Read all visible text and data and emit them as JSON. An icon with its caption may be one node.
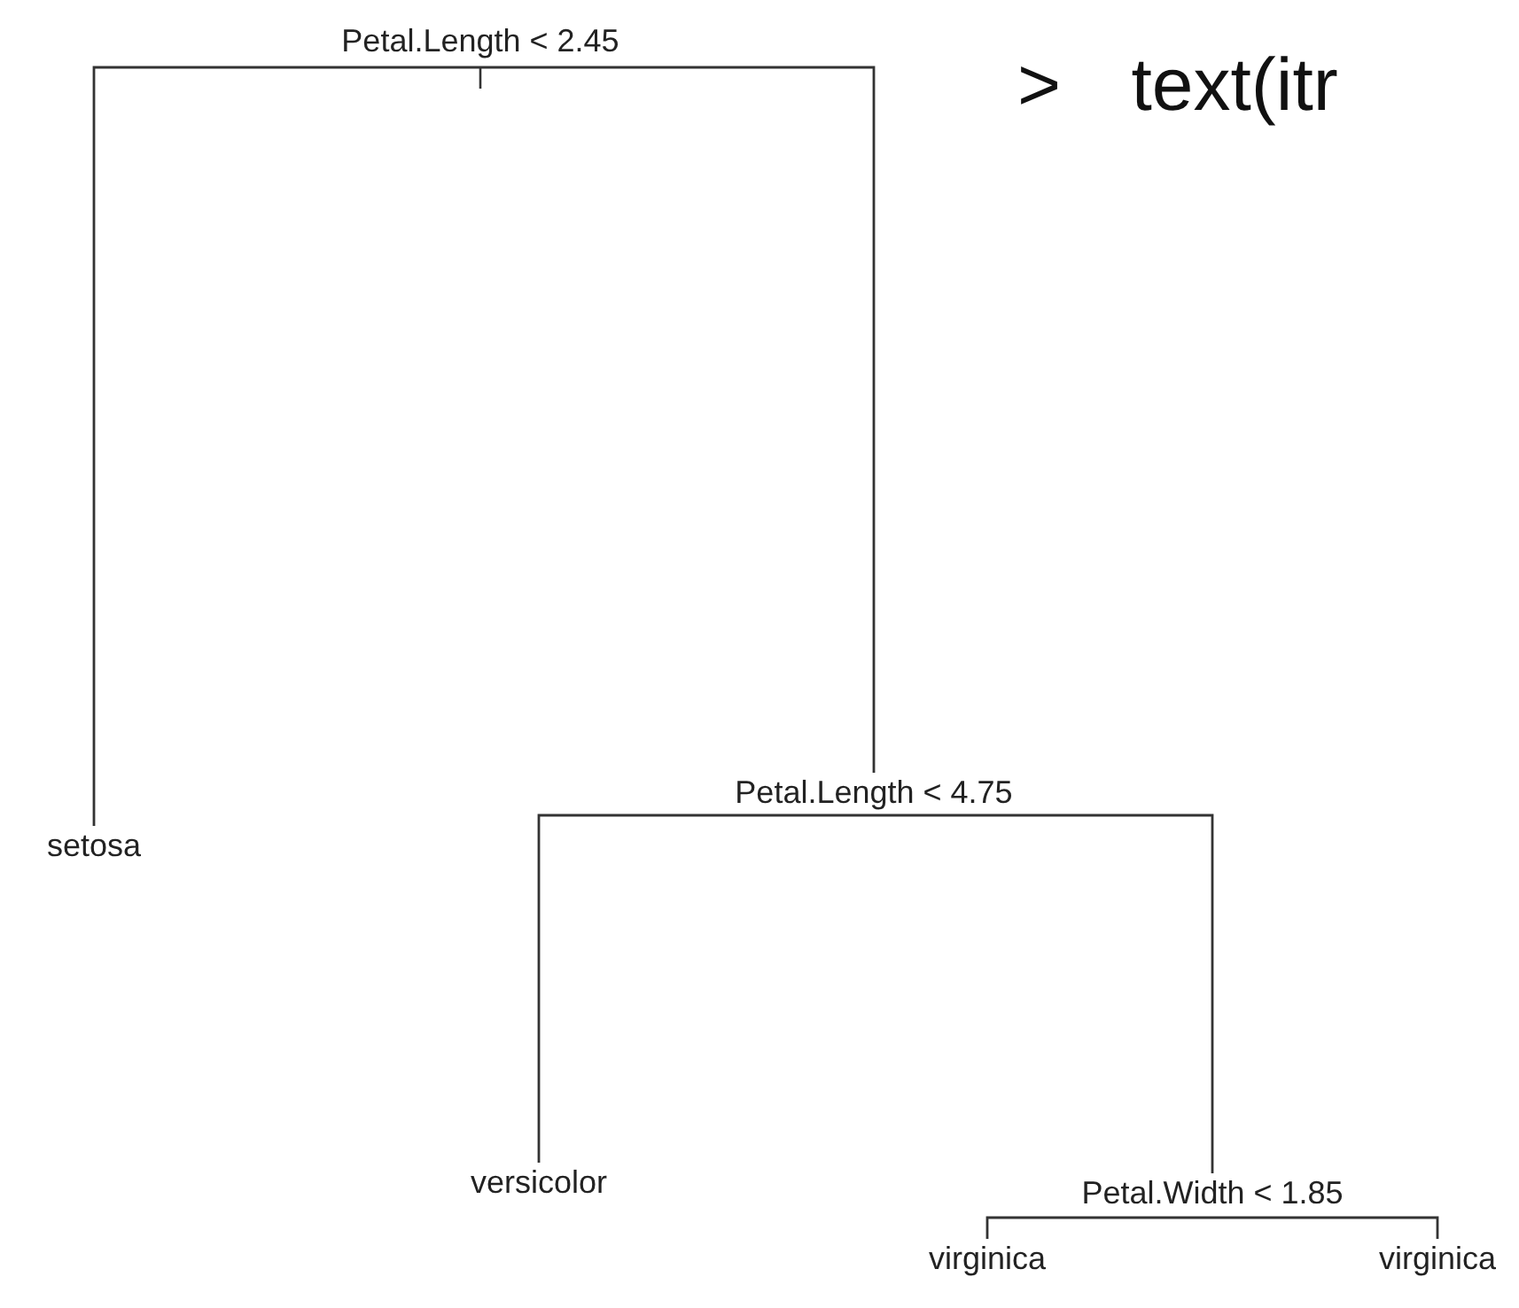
{
  "diagram": {
    "nodes": [
      {
        "text": [
          "Petal.Length < 2.45"
        ]
      },
      {
        "text": [
          "setosa"
        ]
      },
      {
        "text": [
          "Petal.Length < 4.75"
        ]
      },
      {
        "text": [
          "versicolor"
        ]
      },
      {
        "text": [
          "Petal.Width < 1.85"
        ]
      },
      {
        "text": [
          "virginica"
        ]
      },
      {
        "text": [
          "virginica"
        ]
      }
    ],
    "edges": [
      {
        "from": 0,
        "to": 1,
        "arrow": "none"
      },
      {
        "from": 0,
        "to": 2,
        "arrow": "none"
      },
      {
        "from": 2,
        "to": 3,
        "arrow": "none"
      },
      {
        "from": 2,
        "to": 4,
        "arrow": "none"
      },
      {
        "from": 4,
        "to": 5,
        "arrow": "none"
      },
      {
        "from": 4,
        "to": 6,
        "arrow": "none"
      }
    ],
    "labels": [
      "> text(itr"
    ]
  }
}
